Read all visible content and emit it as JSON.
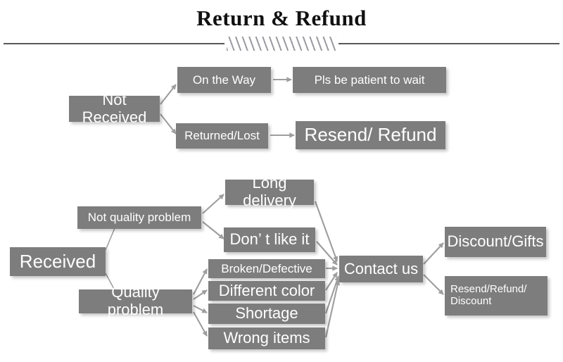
{
  "header": {
    "title": "Return & Refund",
    "divider_icon": "diagonal-hatch-divider"
  },
  "diagram": {
    "type": "flowchart",
    "node_color": "#7d7d7d",
    "text_color": "#ffffff",
    "arrow_color": "#9a9a9a",
    "branches": {
      "not_received": {
        "root": "Not Received",
        "paths": [
          {
            "cause": "On the Way",
            "resolution": "Pls be patient to wait"
          },
          {
            "cause": "Returned/Lost",
            "resolution": "Resend/ Refund"
          }
        ]
      },
      "received": {
        "root": "Received",
        "categories": [
          {
            "label": "Not quality problem",
            "issues": [
              "Long delivery",
              "Don’  t like it"
            ]
          },
          {
            "label": "Quality problem",
            "issues": [
              "Broken/Defective",
              "Different color",
              "Shortage",
              "Wrong items"
            ]
          }
        ],
        "hub": "Contact us",
        "outcomes": [
          "Discount/Gifts",
          "Resend/Refund/\nDiscount"
        ]
      }
    }
  }
}
